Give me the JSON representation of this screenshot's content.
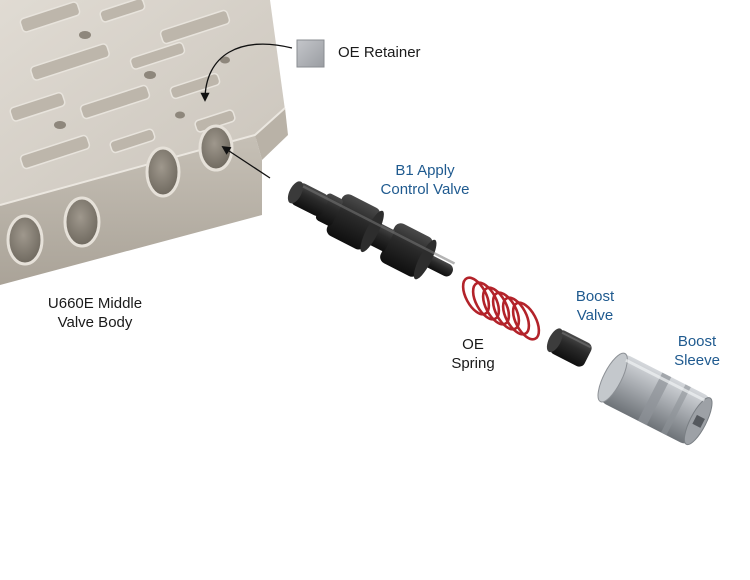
{
  "labels": {
    "oe_retainer": "OE Retainer",
    "b1_apply_line1": "B1 Apply",
    "b1_apply_line2": "Control Valve",
    "valve_body_line1": "U660E Middle",
    "valve_body_line2": "Valve Body",
    "oe_spring_line1": "OE",
    "oe_spring_line2": "Spring",
    "boost_valve_line1": "Boost",
    "boost_valve_line2": "Valve",
    "boost_sleeve_line1": "Boost",
    "boost_sleeve_line2": "Sleeve"
  },
  "colors": {
    "label_blue": "#1f5a8f",
    "label_dark": "#1a1a1a",
    "valve_body": "#ccc6bd",
    "spring": "#b3232a",
    "valve_black": "#1c1c1c",
    "sleeve_silver": "#a9adb2"
  }
}
